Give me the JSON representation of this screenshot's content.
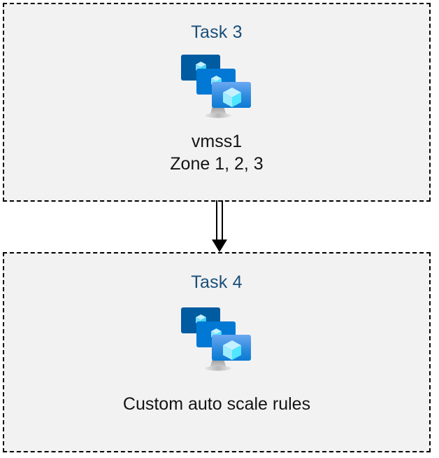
{
  "diagram": {
    "type": "flow",
    "orientation": "vertical",
    "background_color": "#ffffff",
    "box_fill_color": "#f2f2f2",
    "box_border_color": "#000000",
    "box_border_style": "dashed",
    "title_color": "#1a4f7a",
    "caption_color": "#141414"
  },
  "nodes": [
    {
      "id": "task-3",
      "title": "Task 3",
      "icon": "azure-virtual-machine-scale-set-icon",
      "caption": "vmss1\nZone 1, 2, 3",
      "caption_line1": "vmss1",
      "caption_line2": "Zone 1, 2, 3"
    },
    {
      "id": "task-4",
      "title": "Task 4",
      "icon": "azure-virtual-machine-scale-set-icon",
      "caption": "Custom auto scale rules",
      "caption_line1": "Custom auto scale rules",
      "caption_line2": ""
    }
  ],
  "connector": {
    "from": "task-3",
    "to": "task-4",
    "style": "double-line",
    "arrowhead": "filled-triangle",
    "color": "#000000"
  },
  "icon_palette": {
    "monitor_back": "#005BA1",
    "monitor_mid": "#0078D4",
    "monitor_front_top": "#5EA0EF",
    "monitor_front_bottom": "#0D7CD7",
    "cube_top": "#C3F1FF",
    "cube_left": "#9CEBFF",
    "cube_right": "#50E6FF",
    "stand_gray": "#A3A3A3",
    "stand_light": "#DDDDDD"
  }
}
